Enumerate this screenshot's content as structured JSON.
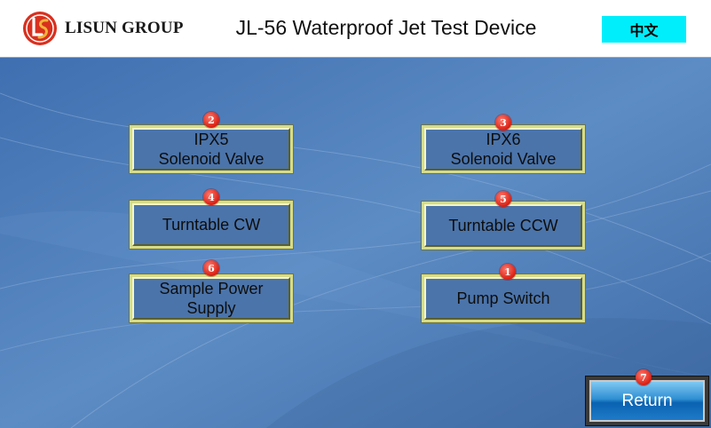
{
  "header": {
    "brand": "LISUN GROUP",
    "title": "JL-56 Waterproof Jet Test Device",
    "lang_button": "中文"
  },
  "controls": [
    {
      "label": "IPX5\nSolenoid Valve",
      "badge": "2"
    },
    {
      "label": "IPX6\nSolenoid Valve",
      "badge": "3"
    },
    {
      "label": "Turntable CW",
      "badge": "4"
    },
    {
      "label": "Turntable CCW",
      "badge": "5"
    },
    {
      "label": "Sample Power\nSupply",
      "badge": "6"
    },
    {
      "label": "Pump Switch",
      "badge": "1"
    }
  ],
  "return_button": {
    "label": "Return",
    "badge": "7"
  },
  "colors": {
    "background": "#4f7cb4",
    "button_frame": "#d6dc88",
    "lang_button": "#00eefc",
    "badge": "#e0261a",
    "return_button": "#1a72c0"
  },
  "icons": [
    "lisun-logo-icon"
  ]
}
